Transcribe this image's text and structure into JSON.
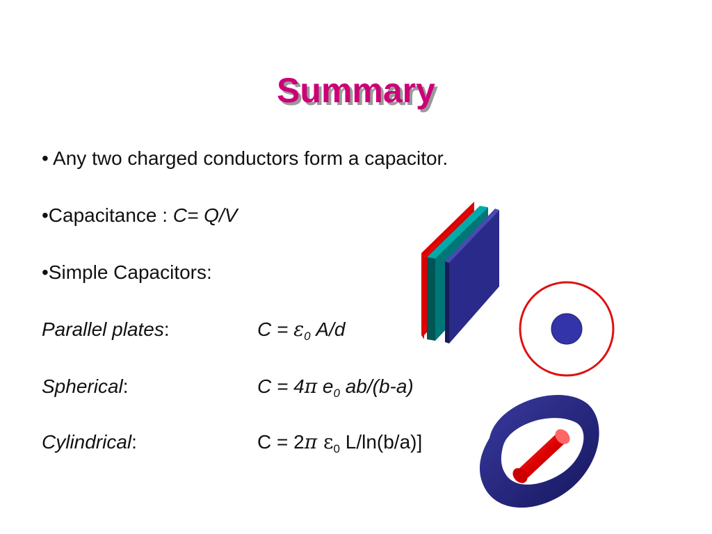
{
  "slide": {
    "title": "Summary"
  },
  "bullets": {
    "b1": "• Any two charged conductors form a capacitor.",
    "b2_label": "•Capacitance : ",
    "b2_formula": "C= Q/V",
    "b3": "•Simple Capacitors:"
  },
  "formulas": {
    "parallel": {
      "label": "Parallel plates",
      "colon": ":",
      "lhs": "C = ",
      "eps": "ε",
      "sub": "0",
      "rhs": " A/d"
    },
    "spherical": {
      "label": "Spherical",
      "colon": ":",
      "lhs": "C = 4",
      "pi": "π",
      "e": " e",
      "sub": "0",
      "rhs": " ab/(b-a)"
    },
    "cylindrical": {
      "label": "Cylindrical",
      "colon": ":",
      "lhs": "C = 2",
      "pi": "π",
      "eps": " ε",
      "sub": "0",
      "rhs": " L/ln(b/a)]"
    }
  },
  "colors": {
    "title": "#cc0077",
    "plate_red": "#dd0000",
    "plate_teal": "#007777",
    "plate_blue": "#2a2a8a",
    "sphere_outer": "#dd1111",
    "sphere_inner": "#3333aa",
    "cylinder_outer": "#22227a",
    "cylinder_inner": "#dd0000"
  }
}
